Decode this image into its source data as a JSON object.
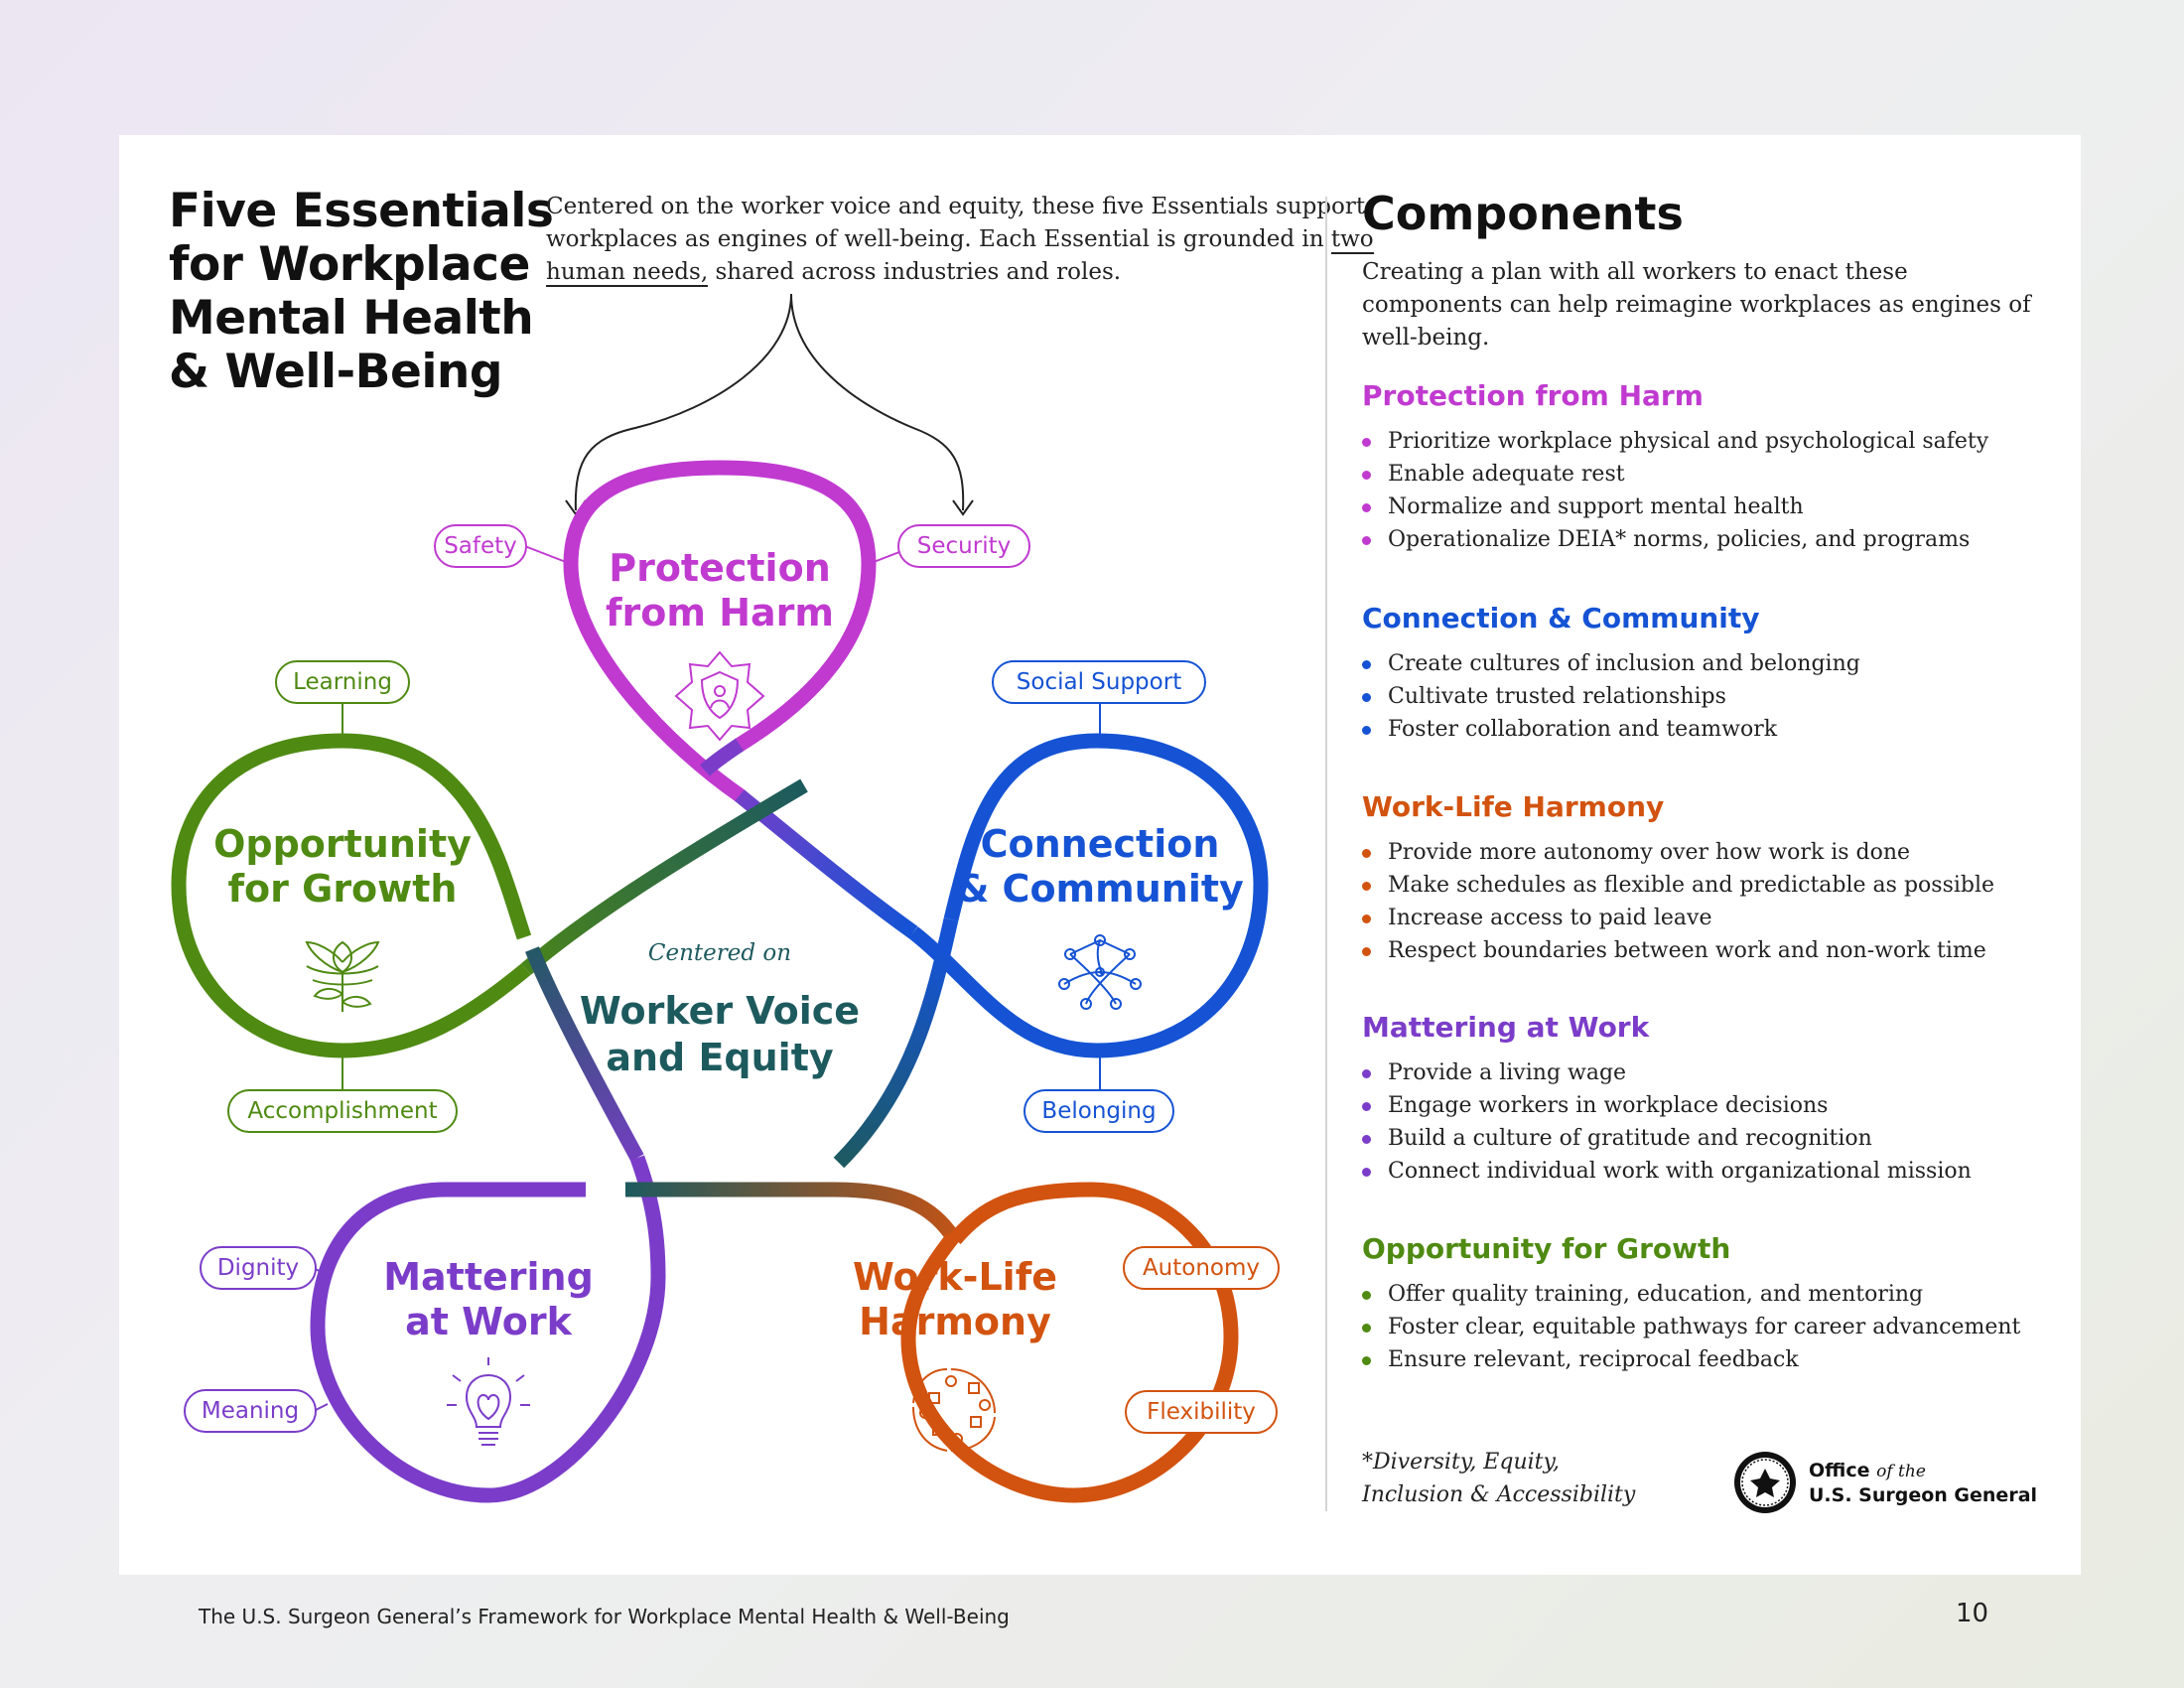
{
  "title_lines": [
    "Five Essentials",
    "for Workplace",
    "Mental Health",
    "& Well-Being"
  ],
  "intro": {
    "before": "Centered on the worker voice and equity, these five Essentials support workplaces as engines of well-being. Each Essential is grounded in ",
    "underlined": "two human needs,",
    "after": " shared across industries and roles."
  },
  "center": {
    "small": "Centered on",
    "line1": "Worker Voice",
    "line2": "and Equity"
  },
  "colors": {
    "protection": "#c03ad0",
    "connection": "#1553d4",
    "worklife": "#d2530f",
    "mattering": "#7b3dc9",
    "growth": "#4f8a12",
    "center_teal": "#1d5a5e"
  },
  "essentials": {
    "protection": {
      "line1": "Protection",
      "line2": "from Harm",
      "icon": "shield-person-icon",
      "needs": [
        "Safety",
        "Security"
      ]
    },
    "connection": {
      "line1": "Connection",
      "line2": "& Community",
      "icon": "network-icon",
      "needs": [
        "Social Support",
        "Belonging"
      ]
    },
    "worklife": {
      "line1": "Work-Life",
      "line2": "Harmony",
      "icon": "pinwheel-icon",
      "needs": [
        "Autonomy",
        "Flexibility"
      ]
    },
    "mattering": {
      "line1": "Mattering",
      "line2": "at Work",
      "icon": "lightbulb-heart-icon",
      "needs": [
        "Dignity",
        "Meaning"
      ]
    },
    "growth": {
      "line1": "Opportunity",
      "line2": "for Growth",
      "icon": "lotus-icon",
      "needs": [
        "Learning",
        "Accomplishment"
      ]
    }
  },
  "components": {
    "title": "Components",
    "intro": "Creating a plan with all workers to enact these components can help reimagine workplaces as engines of well-being.",
    "groups": [
      {
        "key": "protection",
        "title": "Protection from Harm",
        "items": [
          "Prioritize workplace physical and psychological safety",
          "Enable adequate rest",
          "Normalize and support mental health",
          "Operationalize DEIA* norms, policies, and programs"
        ]
      },
      {
        "key": "connection",
        "title": "Connection & Community",
        "items": [
          "Create cultures of inclusion and belonging",
          "Cultivate trusted relationships",
          "Foster collaboration and teamwork"
        ]
      },
      {
        "key": "worklife",
        "title": "Work-Life Harmony",
        "items": [
          "Provide more autonomy over how work is done",
          "Make schedules as flexible and predictable as possible",
          "Increase access to paid leave",
          "Respect boundaries between work and non-work time"
        ]
      },
      {
        "key": "mattering",
        "title": "Mattering at Work",
        "items": [
          "Provide a living wage",
          "Engage workers in workplace decisions",
          "Build a culture of gratitude and recognition",
          "Connect individual work with organizational mission"
        ]
      },
      {
        "key": "growth",
        "title": "Opportunity for Growth",
        "items": [
          "Offer quality training, education, and mentoring",
          "Foster clear, equitable pathways for career advancement",
          "Ensure relevant, reciprocal feedback"
        ]
      }
    ]
  },
  "footnote": {
    "line1": "*Diversity, Equity,",
    "line2": "Inclusion & Accessibility"
  },
  "office": {
    "word1": "Office",
    "word2": "of the",
    "line2": "U.S. Surgeon General",
    "seal": "surgeon-general-seal-icon"
  },
  "footer": {
    "text": "The U.S. Surgeon General’s Framework for Workplace Mental Health & Well-Being",
    "page": "10"
  }
}
